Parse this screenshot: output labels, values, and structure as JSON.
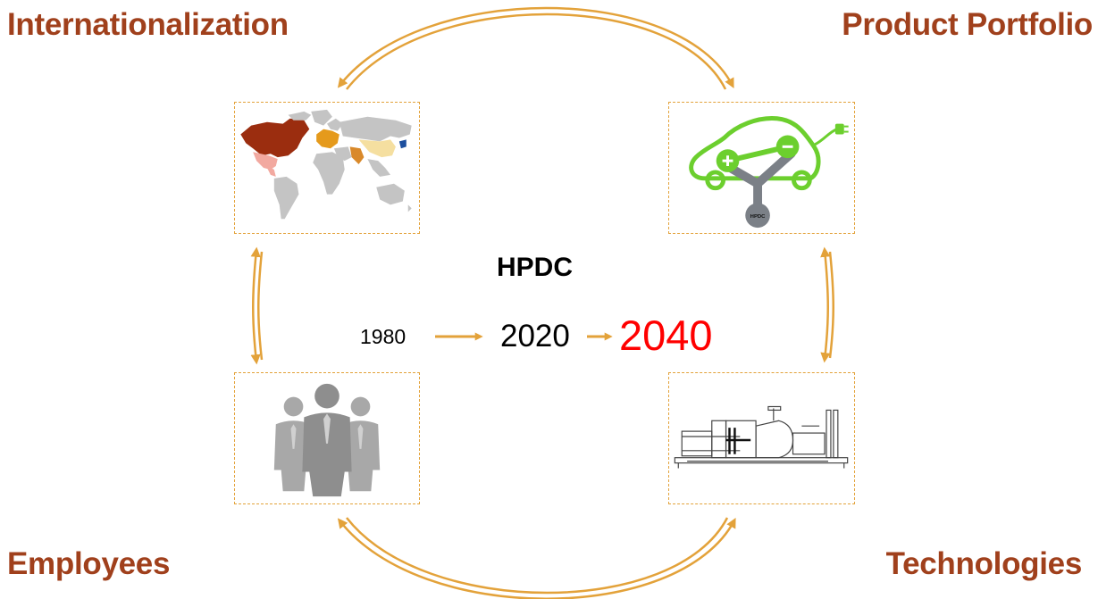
{
  "corners": {
    "top_left": "Internationalization",
    "top_right": "Product Portfolio",
    "bottom_left": "Employees",
    "bottom_right": "Technologies"
  },
  "center": {
    "title": "HPDC",
    "year_start": "1980",
    "year_current": "2020",
    "year_target": "2040"
  },
  "product_icon_text": "HPDC",
  "icons": {
    "top_left": "world-map-icon",
    "top_right": "electric-car-icon",
    "bottom_left": "employees-group-icon",
    "bottom_right": "die-casting-machine-icon"
  },
  "colors": {
    "label": "#a0401c",
    "arrow": "#e3a23a",
    "target_year": "#ff0000",
    "box_border": "#e3a23a"
  }
}
